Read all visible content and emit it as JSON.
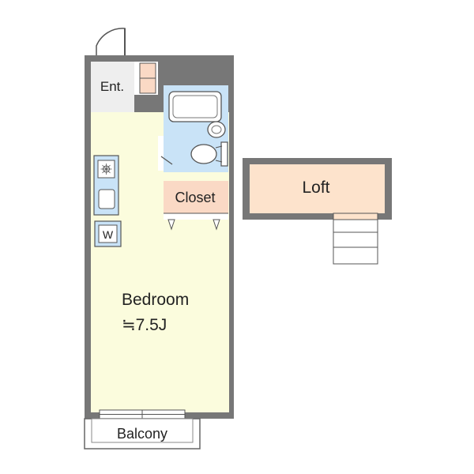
{
  "rooms": {
    "entrance": "Ent.",
    "closet": "Closet",
    "loft": "Loft",
    "bedroom": "Bedroom",
    "bedroom_size": "≒7.5J",
    "balcony": "Balcony"
  },
  "fixtures": {
    "washer": "W"
  },
  "colors": {
    "wall": "#777777",
    "bedroom_floor": "#fbfcdd",
    "loft_floor": "#fde3cc",
    "closet_floor": "#fad9c5",
    "bath_floor": "#c9e3f7",
    "entrance_floor": "#eeeeee",
    "kitchen_fixture": "#c9e3f7"
  }
}
